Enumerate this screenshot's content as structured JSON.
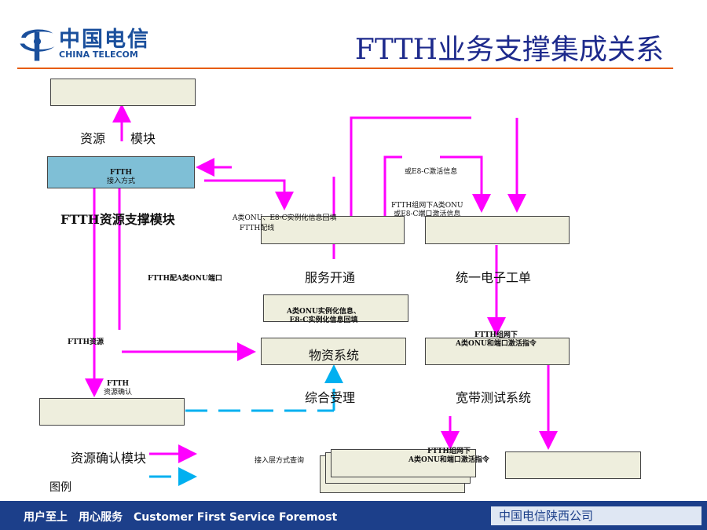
{
  "header": {
    "logo_cn": "中国电信",
    "logo_en": "CHINA TELECOM",
    "title": "FTTH业务支撑集成关系"
  },
  "nodes": {
    "resource_module_label": "资源",
    "resource_module_label_tail": "模块",
    "ftth_box_line1": "FTTH",
    "ftth_box_line2": "接入方式",
    "ftth_resource_support": "FTTH资源支撑模块",
    "service_open": "服务开通",
    "unified_work_order": "统一电子工单",
    "material_system": "物资系统",
    "integrated_acceptance": "综合受理",
    "broadband_test": "宽带测试系统",
    "resource_confirm_label": "资源确认模块",
    "legend_label": "图例"
  },
  "annotations": {
    "a_onu_e8c_fill": "A类ONU、E8-C实例化信息回填",
    "ftth_config": "FTTH配线",
    "ftth_a_onu_port": "FTTH配A类ONU端口",
    "ftth_net_a_onu_1": "FTTH组网下A类ONU",
    "ftth_net_a_onu_2": "或E8-C端口激活信息",
    "top_partial": "或E8-C激活信息",
    "a_onu_instance_1": "A类ONU实例化信息、",
    "a_onu_instance_2": "E8-C实例化信息回填",
    "ftth_resource": "FTTH资源",
    "ftth_resource_confirm_1": "FTTH",
    "ftth_resource_confirm_2": "资源确认",
    "ftth_net_port_1": "FTTH组网下",
    "ftth_net_port_2": "A类ONU和端口激活指令",
    "ftth_net_port_b1": "FTTH组网下",
    "ftth_net_port_b2": "A类ONU和端口激活指令",
    "access_query": "接入层方式查询"
  },
  "footer": {
    "slogan": "用户至上　用心服务　Customer First Service Foremost",
    "company": "中国电信陕西公司"
  },
  "colors": {
    "arrow_magenta": "#ff00ff",
    "arrow_cyan": "#00b0f0",
    "box_fill": "#eeeedd",
    "box_blue": "#7fbfd6",
    "title_blue": "#1d2a8c",
    "footer_blue": "#1c3f8a",
    "rule_orange": "#e65c00"
  }
}
